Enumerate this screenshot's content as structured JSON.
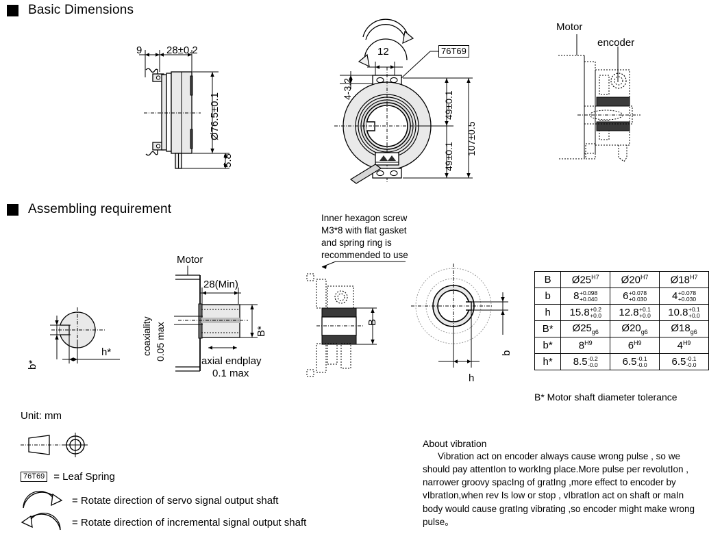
{
  "sections": {
    "basic_dimensions": {
      "title": "Basic Dimensions"
    },
    "assembling": {
      "title": "Assembling requirement"
    }
  },
  "side_view": {
    "dim_9": "9",
    "dim_28": "28±0.2",
    "dim_diameter": "Ø76.5±0.1",
    "dim_58": "5.8"
  },
  "front_view": {
    "dim_12": "12",
    "dim_4_32": "4-3.2",
    "callout_leaf_spring": "76T69",
    "dim_49_top": "49±0.1",
    "dim_49_bottom": "49±0.1",
    "dim_107": "107±0.5"
  },
  "motor_encoder_view": {
    "label_motor": "Motor",
    "label_encoder": "encoder"
  },
  "shaft_section": {
    "label_b_star": "b*",
    "label_h_star": "h*"
  },
  "motor_shaft_view": {
    "label_motor": "Motor",
    "dim_28_min": "28(Min)",
    "label_coaxiality": "coaxiality",
    "label_coaxiality_value": "0.05 max",
    "label_b_star": "B*",
    "label_axial_endplay": "axial endplay",
    "label_axial_endplay_value": "0.1 max"
  },
  "screw_note": {
    "line1": "Inner hexagon screw",
    "line2": "M3*8 with flat gasket",
    "line3": "and spring ring is",
    "line4": "recommended to use"
  },
  "bore_section": {
    "label_B": "B",
    "label_b": "b",
    "label_h": "h"
  },
  "dimension_table": {
    "rows": [
      {
        "key": "B",
        "values": [
          "Ø25",
          "Ø20",
          "Ø18"
        ],
        "sups": [
          "H7",
          "H7",
          "H7"
        ],
        "style": "sup"
      },
      {
        "key": "b",
        "values": [
          "8",
          "6",
          "4"
        ],
        "upper": [
          "+0.098",
          "+0.078",
          "+0.078"
        ],
        "lower": [
          "+0.040",
          "+0.030",
          "+0.030"
        ],
        "style": "tol"
      },
      {
        "key": "h",
        "values": [
          "15.8",
          "12.8",
          "10.8"
        ],
        "upper": [
          "+0.2",
          "+0.1",
          "+0.1"
        ],
        "lower": [
          "+0.0",
          "+0.0",
          "+0.0"
        ],
        "style": "tol"
      },
      {
        "key": "B*",
        "values": [
          "Ø25",
          "Ø20",
          "Ø18"
        ],
        "subs": [
          "g6",
          "g6",
          "g6"
        ],
        "style": "sub"
      },
      {
        "key": "b*",
        "values": [
          "8",
          "6",
          "4"
        ],
        "sups": [
          "H9",
          "H9",
          "H9"
        ],
        "style": "sup"
      },
      {
        "key": "h*",
        "values": [
          "8.5",
          "6.5",
          "6.5"
        ],
        "upper": [
          "-0.2",
          "-0.1",
          "-0.1"
        ],
        "lower": [
          "-0.0",
          "-0.0",
          "-0.0"
        ],
        "style": "tol"
      }
    ],
    "caption": "B*  Motor shaft diameter tolerance"
  },
  "legend": {
    "unit": "Unit: mm",
    "leaf_spring_tag": "76T69",
    "leaf_spring_text": "= Leaf Spring",
    "servo_text": "= Rotate direction of servo signal output shaft",
    "incremental_text": "= Rotate direction of incremental signal output shaft"
  },
  "vibration": {
    "title": "About vibration",
    "body": "Vibration act on encoder always cause wrong pulse , so we should pay attentIon to workIng place.More pulse per revolutIon , narrower groovy spacIng of gratIng ,more effect to encoder by vIbratIon,when rev Is low or stop , vIbratIon act on shaft or maIn body would cause gratIng vibrating ,so encoder might make wrong pulse。"
  },
  "colors": {
    "line": "#000000",
    "body_fill": "#e9e9e9",
    "dark_fill": "#3a3a3a"
  }
}
